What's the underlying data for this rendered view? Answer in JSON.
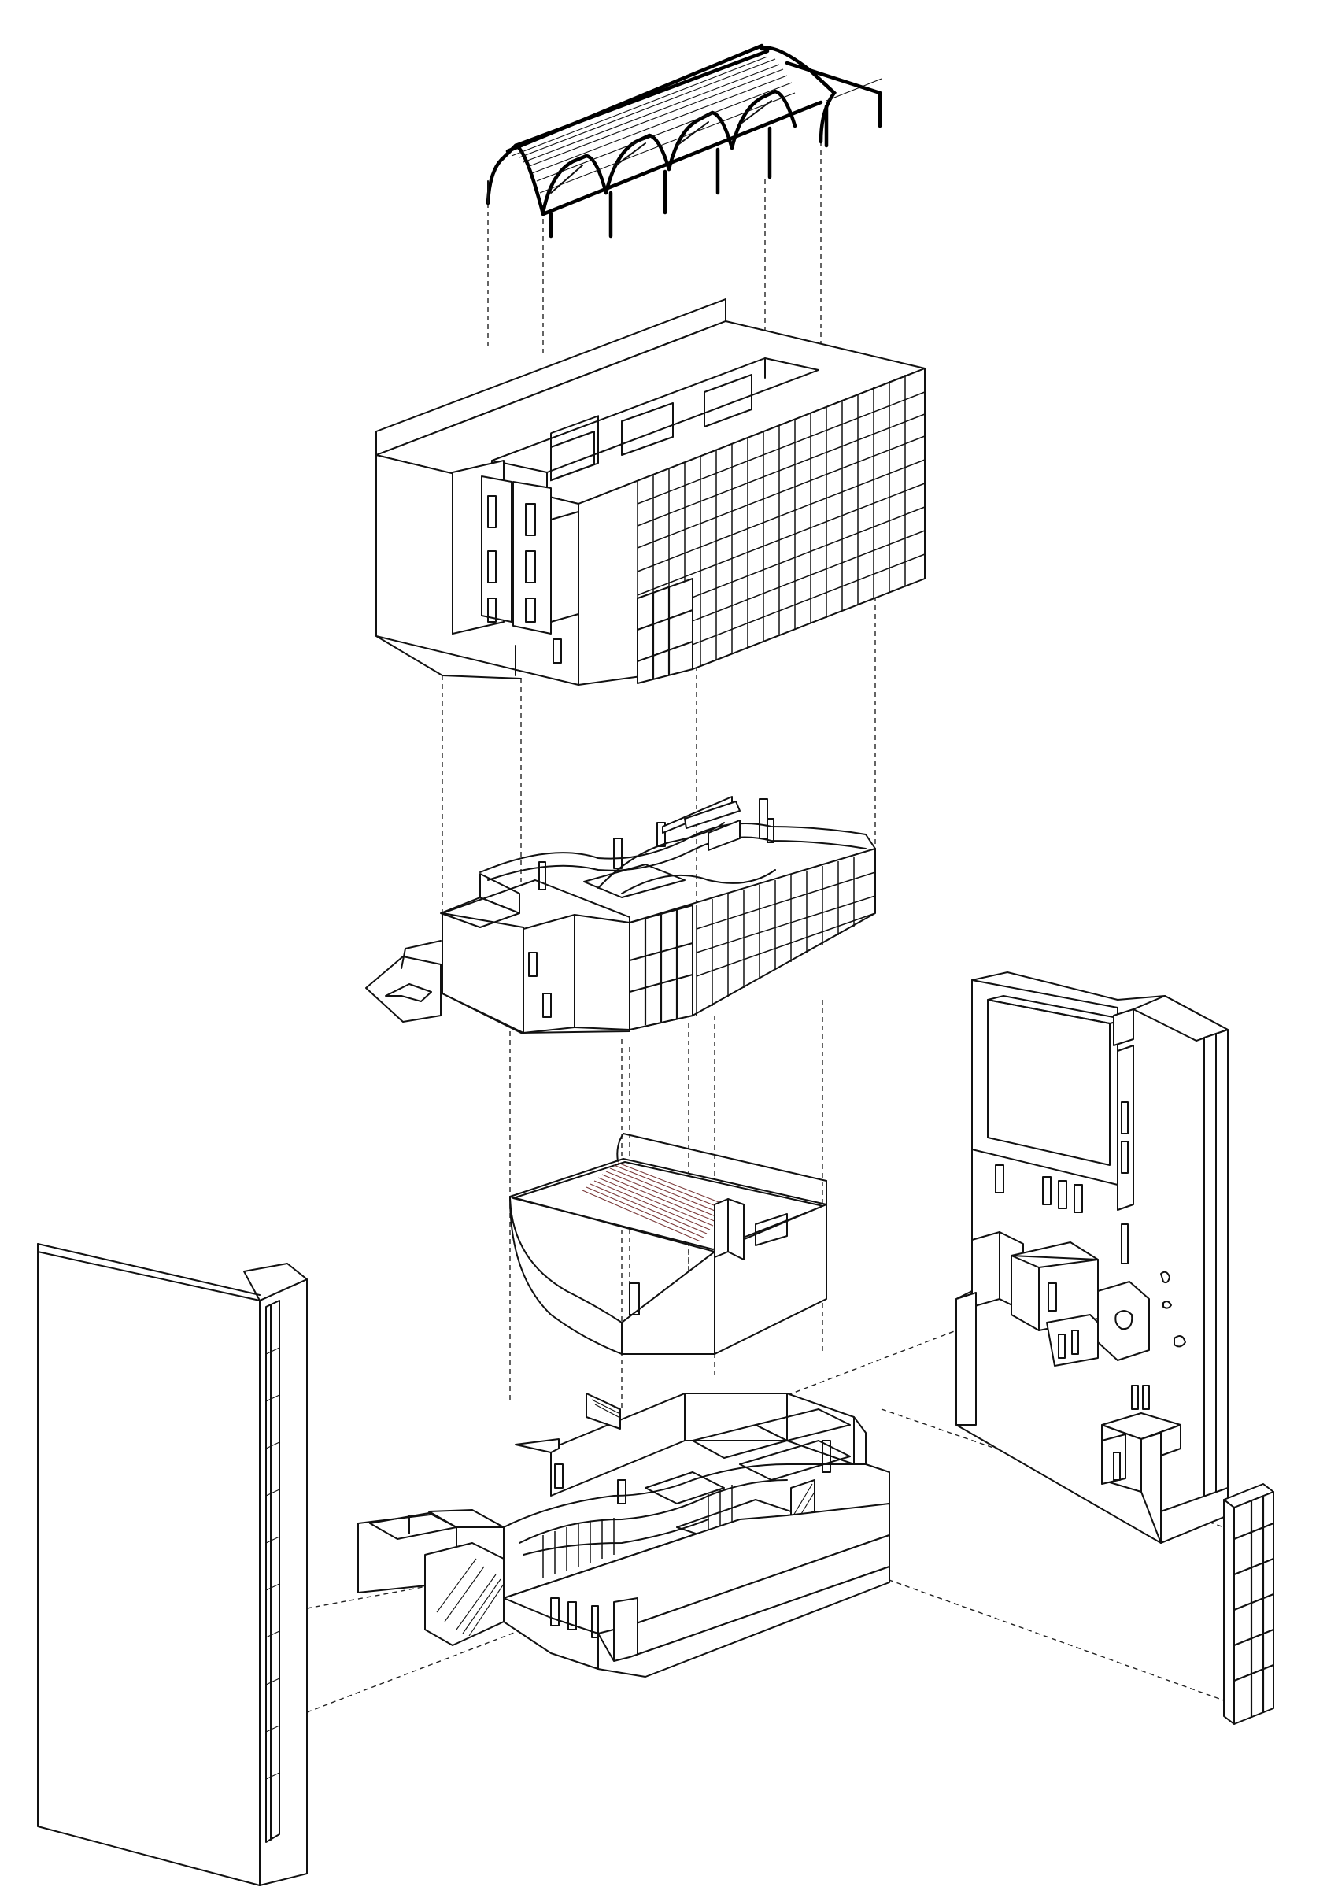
{
  "figure": {
    "type": "exploded axonometric drawing",
    "colors": {
      "line": "#111111",
      "background": "#ffffff",
      "stair_hatch": "#7a3a3a"
    }
  },
  "components": [
    {
      "id": "roof-truss"
    },
    {
      "id": "upper-volume"
    },
    {
      "id": "middle-floor"
    },
    {
      "id": "auditorium-volume"
    },
    {
      "id": "ground-floor"
    },
    {
      "id": "adjacent-building-left"
    },
    {
      "id": "adjacent-building-right"
    },
    {
      "id": "adjacent-facade-right"
    }
  ]
}
